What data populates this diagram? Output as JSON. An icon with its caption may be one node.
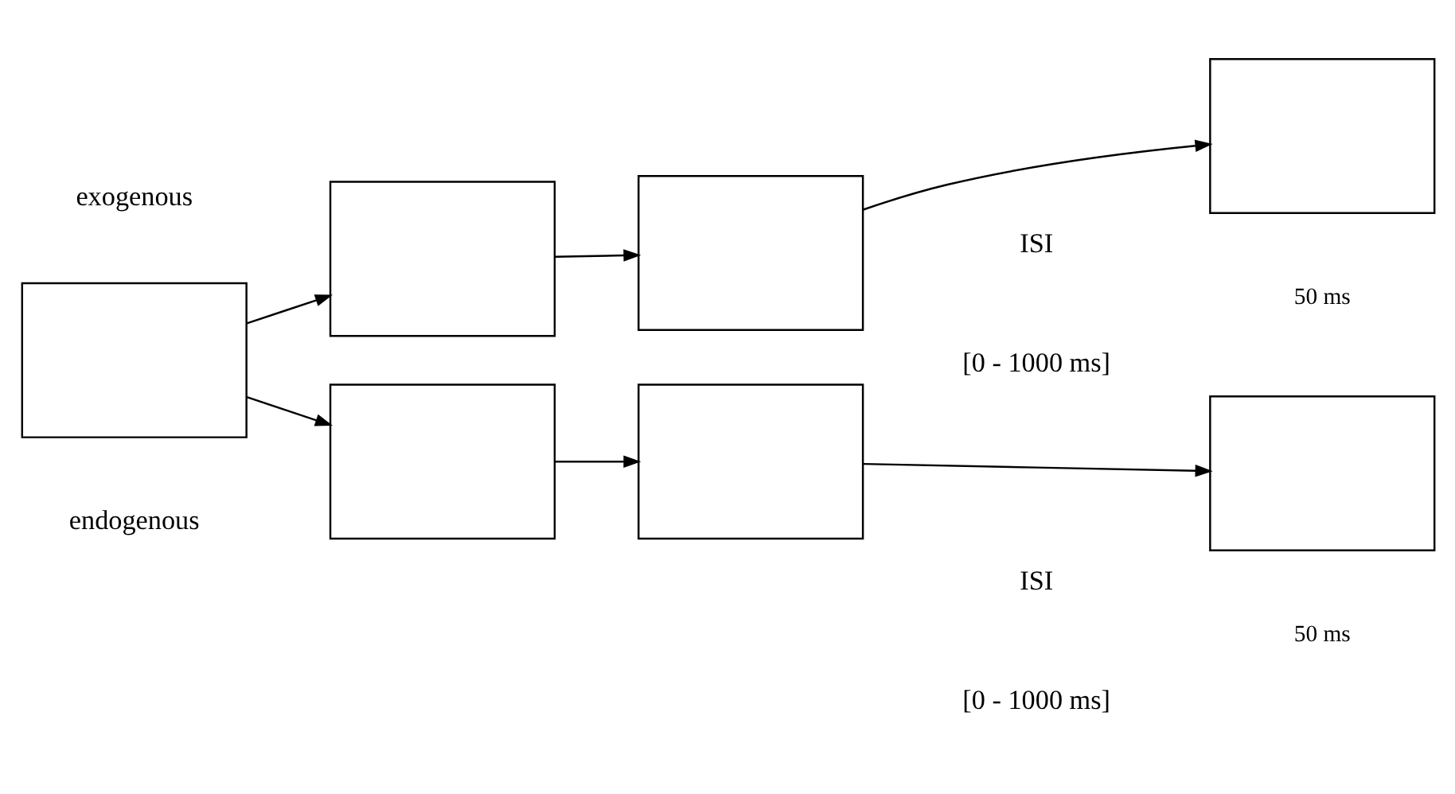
{
  "diagram": {
    "nodes": [
      {
        "text": [],
        "shape": "box"
      },
      {
        "text": [],
        "shape": "box"
      },
      {
        "text": [],
        "shape": "box"
      },
      {
        "text": [],
        "shape": "box",
        "beside": [
          "50 ms"
        ]
      },
      {
        "text": [],
        "shape": "box"
      },
      {
        "text": [],
        "shape": "box"
      },
      {
        "text": [],
        "shape": "box",
        "beside": [
          "50 ms"
        ]
      }
    ],
    "edges": [
      {
        "from": 0,
        "to": 1,
        "arrow": "to"
      },
      {
        "from": 1,
        "to": 2,
        "arrow": "to"
      },
      {
        "from": 2,
        "to": 3,
        "arrow": "to"
      },
      {
        "from": 0,
        "to": 4,
        "arrow": "to"
      },
      {
        "from": 4,
        "to": 5,
        "arrow": "to"
      },
      {
        "from": 5,
        "to": 6,
        "arrow": "to"
      }
    ],
    "labels": [
      "exogenous",
      "ISI",
      "[0 - 1000 ms]",
      "endogenous",
      "ISI",
      "[0 - 1000 ms]"
    ]
  }
}
